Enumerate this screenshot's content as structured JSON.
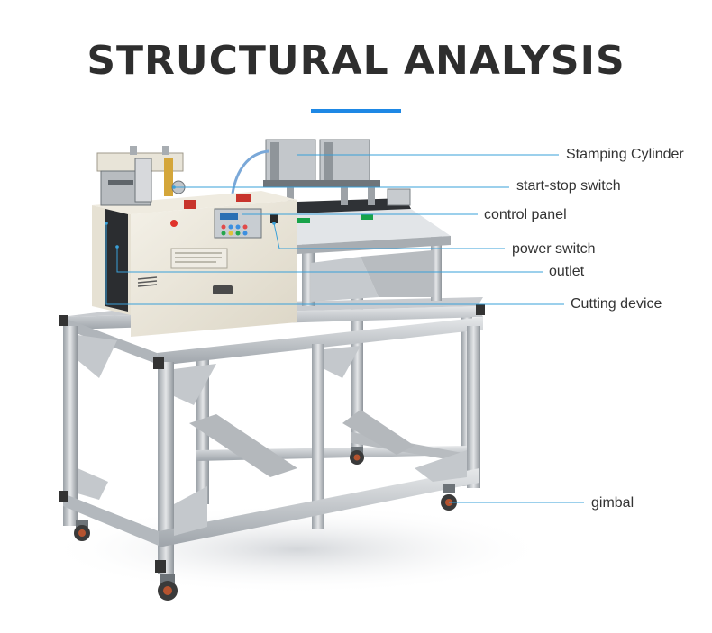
{
  "title": "STRUCTURAL ANALYSIS",
  "accent_color": "#1e88e5",
  "line_color": "#3aa0d8",
  "labels": {
    "stamping_cylinder": "Stamping Cylinder",
    "start_stop_switch": "start-stop switch",
    "control_panel": "control panel",
    "power_switch": "power switch",
    "outlet": "outlet",
    "cutting_device": "Cutting device",
    "gimbal": "gimbal"
  }
}
